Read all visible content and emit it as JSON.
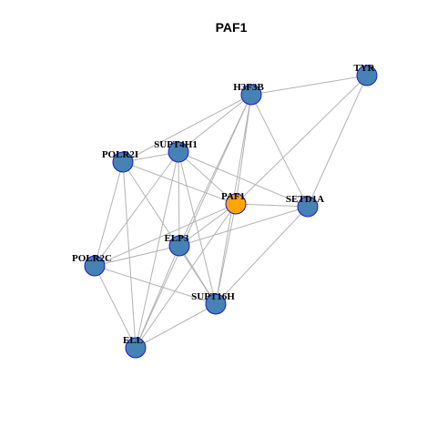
{
  "title": "PAF1",
  "colors": {
    "node_default": "#4682b4",
    "node_focus": "#ffa500",
    "node_border": "#1a1acc",
    "edge": "#b3b3b3"
  },
  "nodes": [
    {
      "id": "TYR",
      "label": "TYR"
    },
    {
      "id": "H3F3B",
      "label": "H3F3B"
    },
    {
      "id": "SUPT4H1",
      "label": "SUPT4H1"
    },
    {
      "id": "POLR2I",
      "label": "POLR2I"
    },
    {
      "id": "PAF1",
      "label": "PAF1",
      "focus": true
    },
    {
      "id": "SETD1A",
      "label": "SETD1A"
    },
    {
      "id": "ELP3",
      "label": "ELP3"
    },
    {
      "id": "POLR2C",
      "label": "POLR2C"
    },
    {
      "id": "SUPT16H",
      "label": "SUPT16H"
    },
    {
      "id": "ELL",
      "label": "ELL"
    }
  ],
  "edges": [
    [
      "TYR",
      "H3F3B"
    ],
    [
      "TYR",
      "PAF1"
    ],
    [
      "TYR",
      "SETD1A"
    ],
    [
      "H3F3B",
      "SUPT4H1"
    ],
    [
      "H3F3B",
      "POLR2I"
    ],
    [
      "H3F3B",
      "PAF1"
    ],
    [
      "H3F3B",
      "SETD1A"
    ],
    [
      "H3F3B",
      "ELP3"
    ],
    [
      "H3F3B",
      "SUPT16H"
    ],
    [
      "H3F3B",
      "ELL"
    ],
    [
      "SUPT4H1",
      "POLR2I"
    ],
    [
      "SUPT4H1",
      "PAF1"
    ],
    [
      "SUPT4H1",
      "SETD1A"
    ],
    [
      "SUPT4H1",
      "ELP3"
    ],
    [
      "SUPT4H1",
      "POLR2C"
    ],
    [
      "SUPT4H1",
      "SUPT16H"
    ],
    [
      "SUPT4H1",
      "ELL"
    ],
    [
      "POLR2I",
      "PAF1"
    ],
    [
      "POLR2I",
      "POLR2C"
    ],
    [
      "POLR2I",
      "SUPT16H"
    ],
    [
      "POLR2I",
      "ELL"
    ],
    [
      "PAF1",
      "SETD1A"
    ],
    [
      "PAF1",
      "ELP3"
    ],
    [
      "PAF1",
      "POLR2C"
    ],
    [
      "PAF1",
      "SUPT16H"
    ],
    [
      "PAF1",
      "ELL"
    ],
    [
      "SETD1A",
      "ELP3"
    ],
    [
      "SETD1A",
      "SUPT16H"
    ],
    [
      "ELP3",
      "POLR2C"
    ],
    [
      "ELP3",
      "SUPT16H"
    ],
    [
      "ELP3",
      "ELL"
    ],
    [
      "POLR2C",
      "SUPT16H"
    ],
    [
      "POLR2C",
      "ELL"
    ],
    [
      "SUPT16H",
      "ELL"
    ]
  ]
}
